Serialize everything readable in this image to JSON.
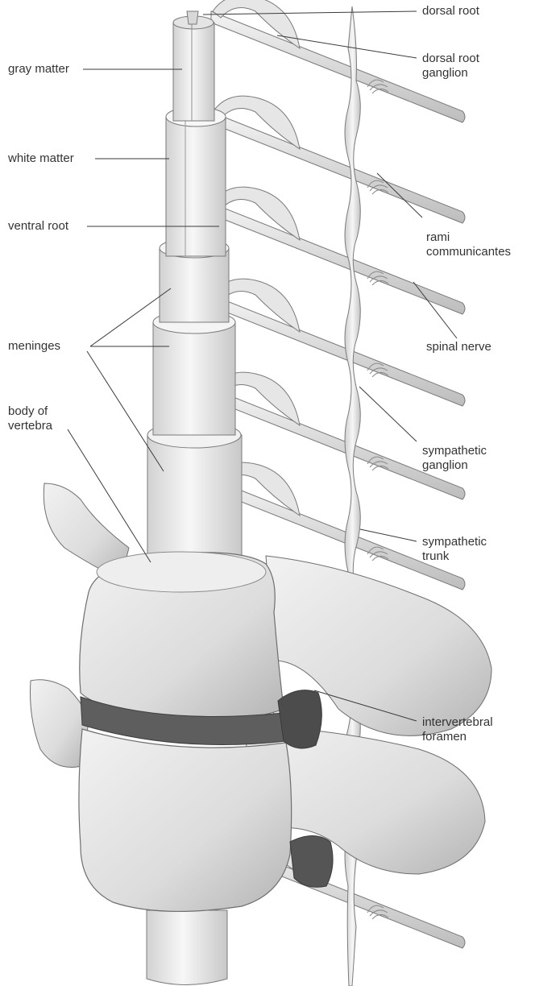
{
  "labels": {
    "gray_matter": [
      "gray matter"
    ],
    "white_matter": [
      "white matter"
    ],
    "ventral_root": [
      "ventral root"
    ],
    "meninges": [
      "meninges"
    ],
    "body_of_vertebra": [
      "body of",
      "vertebra"
    ],
    "dorsal_root": [
      "dorsal root"
    ],
    "dorsal_root_ganglion": [
      "dorsal root",
      "ganglion"
    ],
    "rami_communicantes": [
      "rami",
      "communicantes"
    ],
    "spinal_nerve": [
      "spinal nerve"
    ],
    "sympathetic_ganglion": [
      "sympathetic",
      "ganglion"
    ],
    "sympathetic_trunk": [
      "sympathetic",
      "trunk"
    ],
    "intervertebral_foramen": [
      "intervertebral",
      "foramen"
    ]
  },
  "colors": {
    "label_text": "#333333",
    "leader_line": "#3a3a3a",
    "tissue": "#e9e9e9",
    "tissue_shade": "#c9c9c9",
    "bone": "#dcdcdc",
    "bone_shade": "#a9a9a9",
    "disc": "#5e5e5e",
    "outline": "#6e6e6e"
  }
}
